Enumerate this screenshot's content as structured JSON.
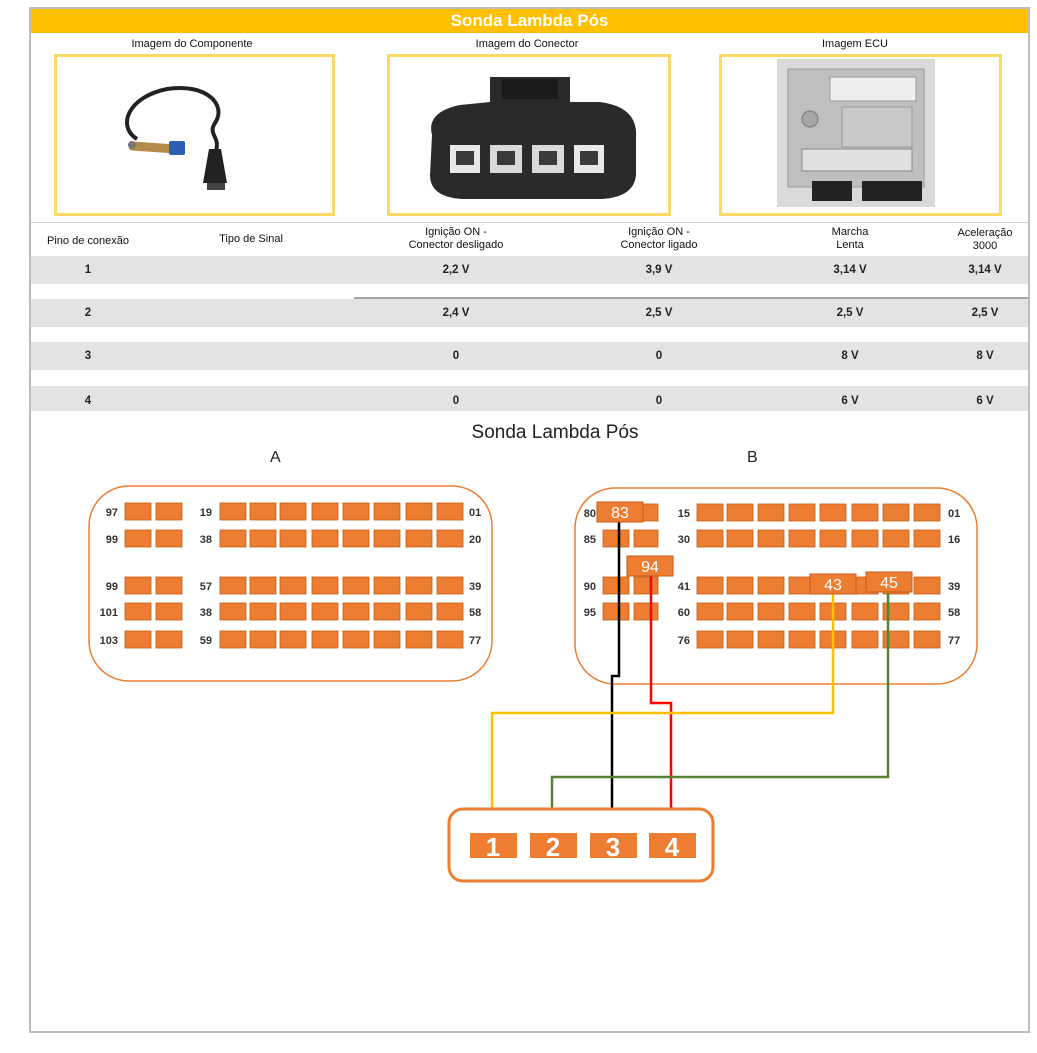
{
  "title": "Sonda Lambda Pós",
  "images": {
    "component_caption": "Imagem do Componente",
    "connector_caption": "Imagem do Conector",
    "ecu_caption": "Imagem ECU"
  },
  "table": {
    "headers": {
      "pin": "Pino de conexão",
      "signal": "Tipo de Sinal",
      "ign_off_l1": "Ignição ON -",
      "ign_off_l2": "Conector desligado",
      "ign_on_l1": "Ignição ON -",
      "ign_on_l2": "Conector ligado",
      "idle_l1": "Marcha",
      "idle_l2": "Lenta",
      "accel_l1": "Aceleração",
      "accel_l2": "3000"
    },
    "rows": [
      {
        "pin": "1",
        "signal": "",
        "ign_off": "2,2 V",
        "ign_on": "3,9 V",
        "idle": "3,14 V",
        "accel": "3,14 V"
      },
      {
        "pin": "2",
        "signal": "",
        "ign_off": "2,4 V",
        "ign_on": "2,5 V",
        "idle": "2,5 V",
        "accel": "2,5 V"
      },
      {
        "pin": "3",
        "signal": "",
        "ign_off": "0",
        "ign_on": "0",
        "idle": "8 V",
        "accel": "8 V"
      },
      {
        "pin": "4",
        "signal": "",
        "ign_off": "0",
        "ign_on": "0",
        "idle": "6 V",
        "accel": "6 V"
      }
    ]
  },
  "diagram": {
    "title": "Sonda Lambda Pós",
    "connector_a": {
      "label": "A",
      "left_labels": [
        "97",
        "99",
        "99",
        "101",
        "103"
      ],
      "mid_labels": [
        "19",
        "38",
        "57",
        "38",
        "59"
      ],
      "right_labels": [
        "01",
        "20",
        "39",
        "58",
        "77"
      ]
    },
    "connector_b": {
      "label": "B",
      "left_labels": [
        "80",
        "85",
        "90",
        "95"
      ],
      "mid_labels": [
        "15",
        "30",
        "41",
        "60",
        "76"
      ],
      "right_labels": [
        "01",
        "16",
        "39",
        "58",
        "77"
      ],
      "highlight_pins": [
        "83",
        "94",
        "43",
        "45"
      ]
    },
    "sensor_pins": [
      "1",
      "2",
      "3",
      "4"
    ],
    "colors": {
      "accent": "#ffc000",
      "pin_fill": "#ed7d31",
      "wire_yellow": "#ffc000",
      "wire_green": "#548235",
      "wire_black": "#000000",
      "wire_red": "#ff0000"
    }
  }
}
